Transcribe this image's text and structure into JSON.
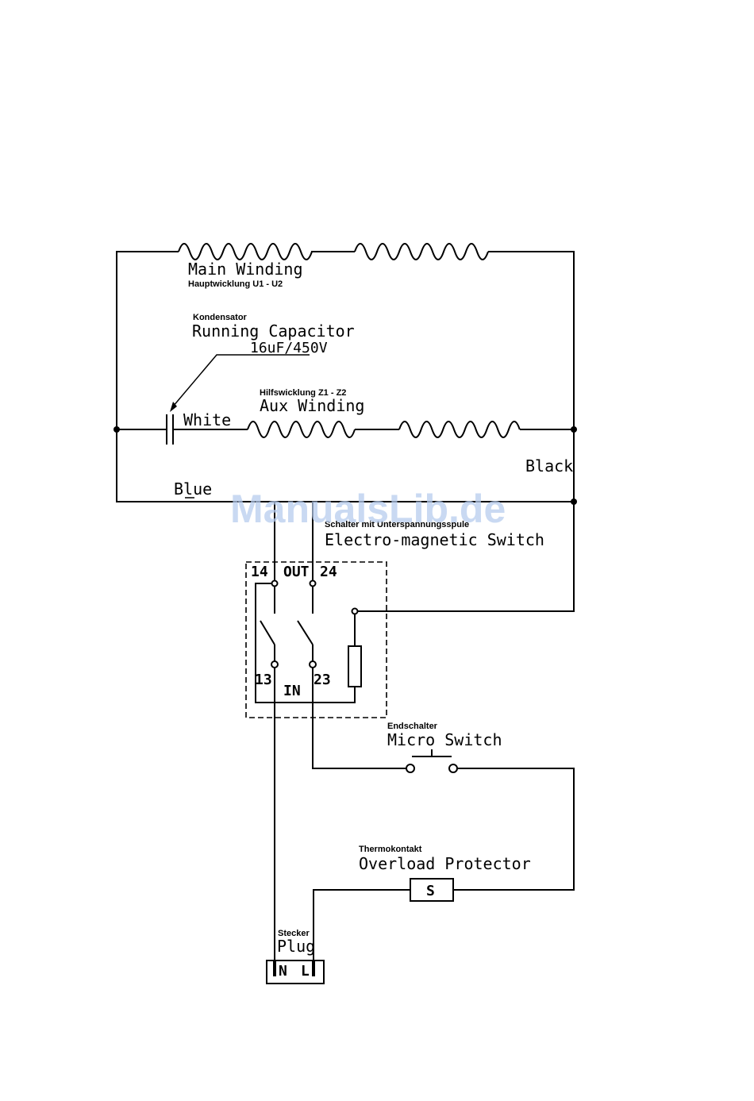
{
  "labels": {
    "main_winding": "Main Winding",
    "main_winding_de": "Hauptwicklung U1 - U2",
    "capacitor_de": "Kondensator",
    "capacitor": "Running Capacitor",
    "capacitor_rating": "16uF/450V",
    "aux_winding_de": "Hilfswicklung Z1 - Z2",
    "aux_winding": "Aux Winding",
    "white": "White",
    "black": "Black",
    "blue": "Blue",
    "switch_de": "Schalter mit Unterspannungsspule",
    "switch": "Electro-magnetic Switch",
    "pin_14": "14",
    "pin_out": "OUT",
    "pin_24": "24",
    "pin_13": "13",
    "pin_in": "IN",
    "pin_23": "23",
    "micro_switch_de": "Endschalter",
    "micro_switch": "Micro Switch",
    "overload_de": "Thermokontakt",
    "overload": "Overload Protector",
    "overload_symbol": "S",
    "plug_de": "Stecker",
    "plug": "Plug",
    "plug_n": "N",
    "plug_l": "L"
  },
  "watermark": "ManualsLib.de"
}
